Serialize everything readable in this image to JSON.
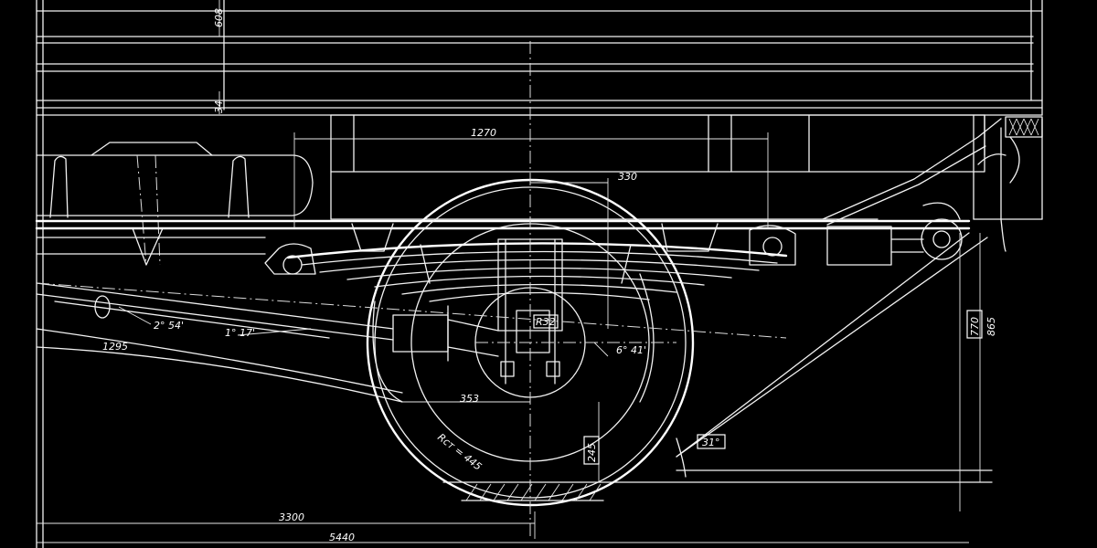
{
  "drawing": {
    "dimensions": {
      "d608": "608",
      "d34": "34",
      "d1270": "1270",
      "d330": "330",
      "angle_2_54": "2° 54'",
      "angle_1_17": "1° 17'",
      "d1295": "1295",
      "r32": "R32",
      "angle_6_41": "6° 41'",
      "d353": "353",
      "radius_445": "Rст = 445",
      "d245": "245",
      "angle_31": "31°",
      "d770": "770",
      "d865": "865",
      "d3300": "3300",
      "d5440": "5440"
    }
  }
}
